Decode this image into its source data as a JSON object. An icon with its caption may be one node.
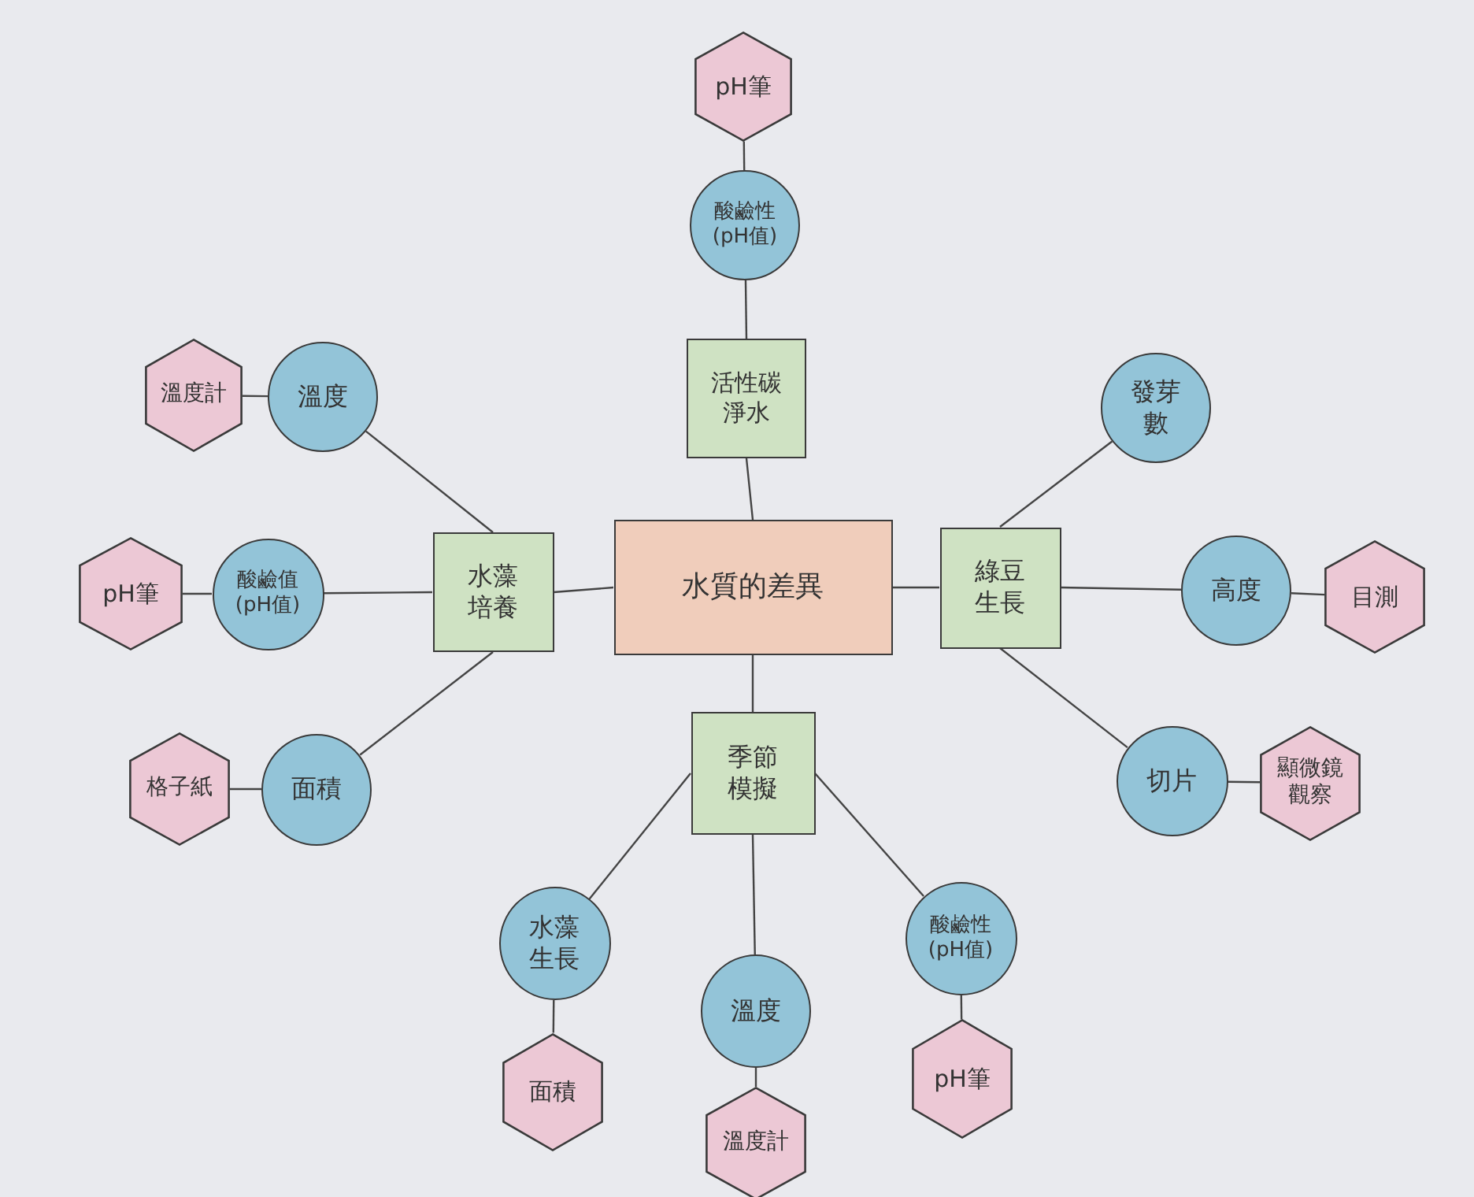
{
  "diagram": {
    "nodes": [
      {
        "text": [
          "pH筆"
        ]
      },
      {
        "text": [
          "酸鹼性(pH值)"
        ]
      },
      {
        "text": [
          "活性碳淨水"
        ]
      },
      {
        "text": [
          "溫度計"
        ]
      },
      {
        "text": [
          "溫度"
        ]
      },
      {
        "text": [
          "發芽數"
        ]
      },
      {
        "text": [
          "pH筆"
        ]
      },
      {
        "text": [
          "酸鹼值(pH值)"
        ]
      },
      {
        "text": [
          "水藻培養"
        ]
      },
      {
        "text": [
          "水質的差異"
        ]
      },
      {
        "text": [
          "綠豆生長"
        ]
      },
      {
        "text": [
          "高度"
        ]
      },
      {
        "text": [
          "目測"
        ]
      },
      {
        "text": [
          "季節模擬"
        ]
      },
      {
        "text": [
          "格子紙"
        ]
      },
      {
        "text": [
          "面積"
        ]
      },
      {
        "text": [
          "切片"
        ]
      },
      {
        "text": [
          "顯微鏡觀察"
        ]
      },
      {
        "text": [
          "水藻生長"
        ]
      },
      {
        "text": [
          "酸鹼性(pH值)"
        ]
      },
      {
        "text": [
          "溫度"
        ]
      },
      {
        "text": [
          "面積"
        ]
      },
      {
        "text": [
          "pH筆"
        ]
      },
      {
        "text": [
          "溫度計"
        ]
      }
    ],
    "edges": [
      {
        "from": 9,
        "to": 2,
        "arrow": "none"
      },
      {
        "from": 2,
        "to": 1,
        "arrow": "none"
      },
      {
        "from": 1,
        "to": 0,
        "arrow": "none"
      },
      {
        "from": 9,
        "to": 8,
        "arrow": "none"
      },
      {
        "from": 8,
        "to": 4,
        "arrow": "none"
      },
      {
        "from": 8,
        "to": 7,
        "arrow": "none"
      },
      {
        "from": 8,
        "to": 15,
        "arrow": "none"
      },
      {
        "from": 4,
        "to": 3,
        "arrow": "none"
      },
      {
        "from": 7,
        "to": 6,
        "arrow": "none"
      },
      {
        "from": 15,
        "to": 14,
        "arrow": "none"
      },
      {
        "from": 9,
        "to": 10,
        "arrow": "none"
      },
      {
        "from": 10,
        "to": 5,
        "arrow": "none"
      },
      {
        "from": 10,
        "to": 11,
        "arrow": "none"
      },
      {
        "from": 10,
        "to": 16,
        "arrow": "none"
      },
      {
        "from": 11,
        "to": 12,
        "arrow": "none"
      },
      {
        "from": 16,
        "to": 17,
        "arrow": "none"
      },
      {
        "from": 9,
        "to": 13,
        "arrow": "none"
      },
      {
        "from": 13,
        "to": 18,
        "arrow": "none"
      },
      {
        "from": 13,
        "to": 20,
        "arrow": "none"
      },
      {
        "from": 13,
        "to": 19,
        "arrow": "none"
      },
      {
        "from": 18,
        "to": 21,
        "arrow": "none"
      },
      {
        "from": 20,
        "to": 23,
        "arrow": "none"
      },
      {
        "from": 19,
        "to": 22,
        "arrow": "none"
      }
    ]
  }
}
